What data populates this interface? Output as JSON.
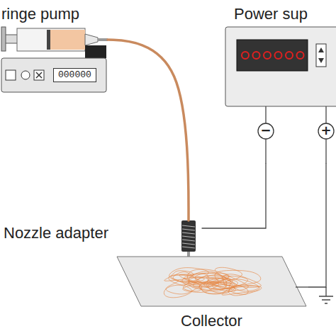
{
  "diagram": {
    "nodes": [
      {
        "text": [
          "ringe pump",
          "000000"
        ]
      },
      {
        "text": [
          "Power sup"
        ]
      },
      {
        "text": [
          "Nozzle adapter"
        ]
      },
      {
        "text": [
          "Collector"
        ]
      }
    ],
    "edges": [
      {
        "from": 0,
        "to": 2,
        "arrow": "none"
      },
      {
        "from": 1,
        "to": 2,
        "arrow": "none"
      },
      {
        "from": 1,
        "to": 3,
        "arrow": "none"
      }
    ],
    "labels": [
      "−",
      "+"
    ]
  }
}
